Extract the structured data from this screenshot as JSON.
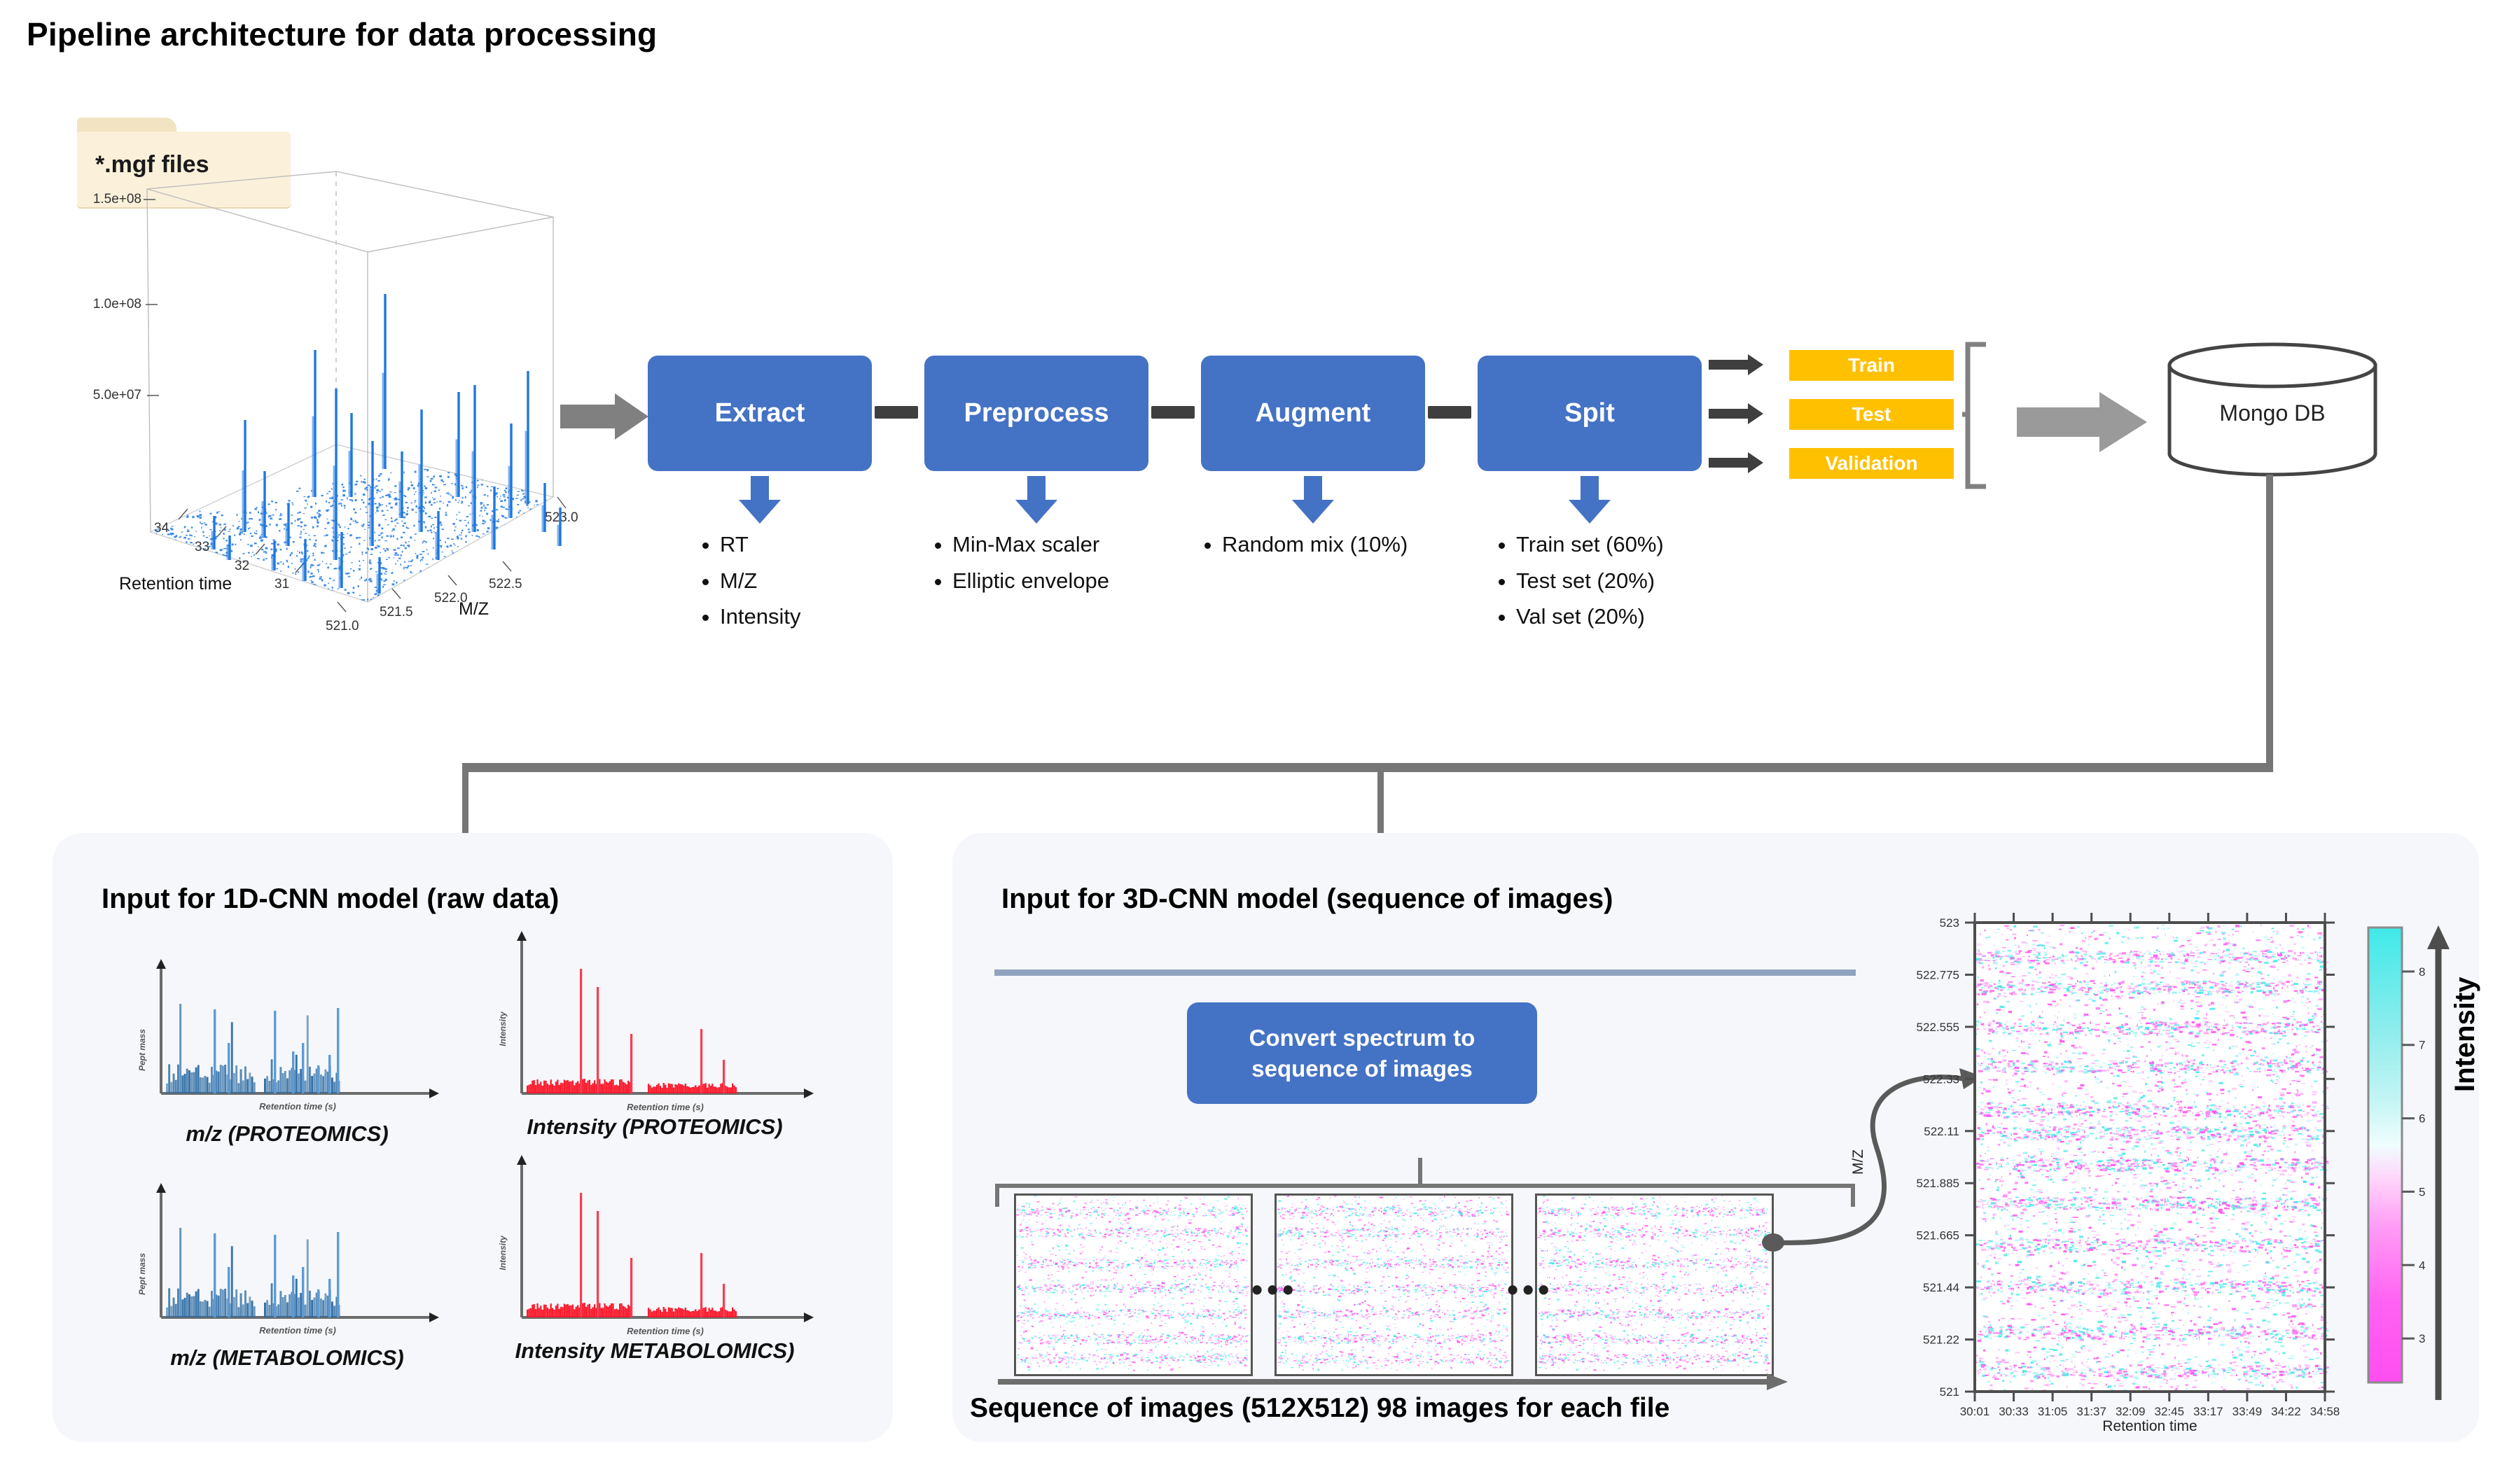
{
  "title": "Pipeline architecture for data processing",
  "source": {
    "folder_label": "*.mgf files",
    "plot3d": {
      "z_ticks": [
        "1.5e+08",
        "1.0e+08",
        "5.0e+07"
      ],
      "x_ticks": [
        "34",
        "33",
        "32",
        "31"
      ],
      "y_ticks": [
        "521.0",
        "521.5",
        "522.0",
        "522.5",
        "523.0"
      ],
      "xlabel": "Retention time",
      "ylabel": "M/Z"
    }
  },
  "pipeline": {
    "stages": [
      {
        "name": "Extract",
        "bullets": [
          "RT",
          "M/Z",
          "Intensity"
        ],
        "bulleted": true
      },
      {
        "name": "Preprocess",
        "bullets": [
          "Min-Max scaler",
          "Elliptic envelope"
        ],
        "bulleted": true
      },
      {
        "name": "Augment",
        "bullets": [
          "Random mix (10%)"
        ],
        "bulleted": false
      },
      {
        "name": "Spit",
        "bullets": [
          "Train set (60%)",
          "Test set (20%)",
          "Val set (20%)"
        ],
        "bulleted": true
      }
    ],
    "split_outputs": [
      "Train",
      "Test",
      "Validation"
    ],
    "database": "Mongo DB"
  },
  "panel_1d": {
    "title": "Input for 1D-CNN model (raw data)",
    "charts": [
      {
        "caption": "m/z (PROTEOMICS)",
        "ylabel": "Pept mass",
        "xlabel": "Retention time (s)",
        "color": "#2E6DA4"
      },
      {
        "caption": "Intensity (PROTEOMICS)",
        "ylabel": "Intensity",
        "xlabel": "Retention time (s)",
        "color": "#FA1B2D"
      },
      {
        "caption": "m/z (METABOLOMICS)",
        "ylabel": "Pept mass",
        "xlabel": "Retention time (s)",
        "color": "#2E6DA4"
      },
      {
        "caption": "Intensity METABOLOMICS)",
        "ylabel": "Intensity",
        "xlabel": "Retention time (s)",
        "color": "#FA1B2D"
      }
    ]
  },
  "panel_3d": {
    "title": "Input for 3D-CNN model (sequence of images)",
    "convert_box": "Convert spectrum to sequence of images",
    "ellipsis": "•••",
    "sequence_caption": "Sequence of images (512X512)  98 images for each file"
  },
  "chart_data": {
    "type": "heatmap",
    "title": "",
    "xlabel": "Retention time",
    "ylabel": "M/Z",
    "legend_title": "Intensity",
    "xticklabels": [
      "30:01",
      "30:33",
      "31:05",
      "31:37",
      "32:09",
      "32:45",
      "33:17",
      "33:49",
      "34:22",
      "34:58"
    ],
    "yticklabels": [
      "523",
      "522.775",
      "522.555",
      "522.33",
      "522.11",
      "521.885",
      "521.665",
      "521.44",
      "521.22",
      "521"
    ],
    "ylim": [
      521,
      523
    ],
    "colorbar": {
      "ticks": [
        "8",
        "7",
        "6",
        "5",
        "4",
        "3"
      ],
      "vmin": 2.4,
      "vmax": 8.6,
      "low_color": "#FF4DF0",
      "high_color": "#40E8E8"
    },
    "grid": false,
    "legend_position": "right"
  },
  "colors": {
    "process_blue": "#4472C4",
    "split_orange": "#FFC000",
    "panel_bg": "#F5F7FA",
    "arrow_grey": "#767676",
    "folder_cream": "#FBF0D9",
    "peak_blue": "#2E6DA4",
    "peak_red": "#FA1B2D"
  }
}
